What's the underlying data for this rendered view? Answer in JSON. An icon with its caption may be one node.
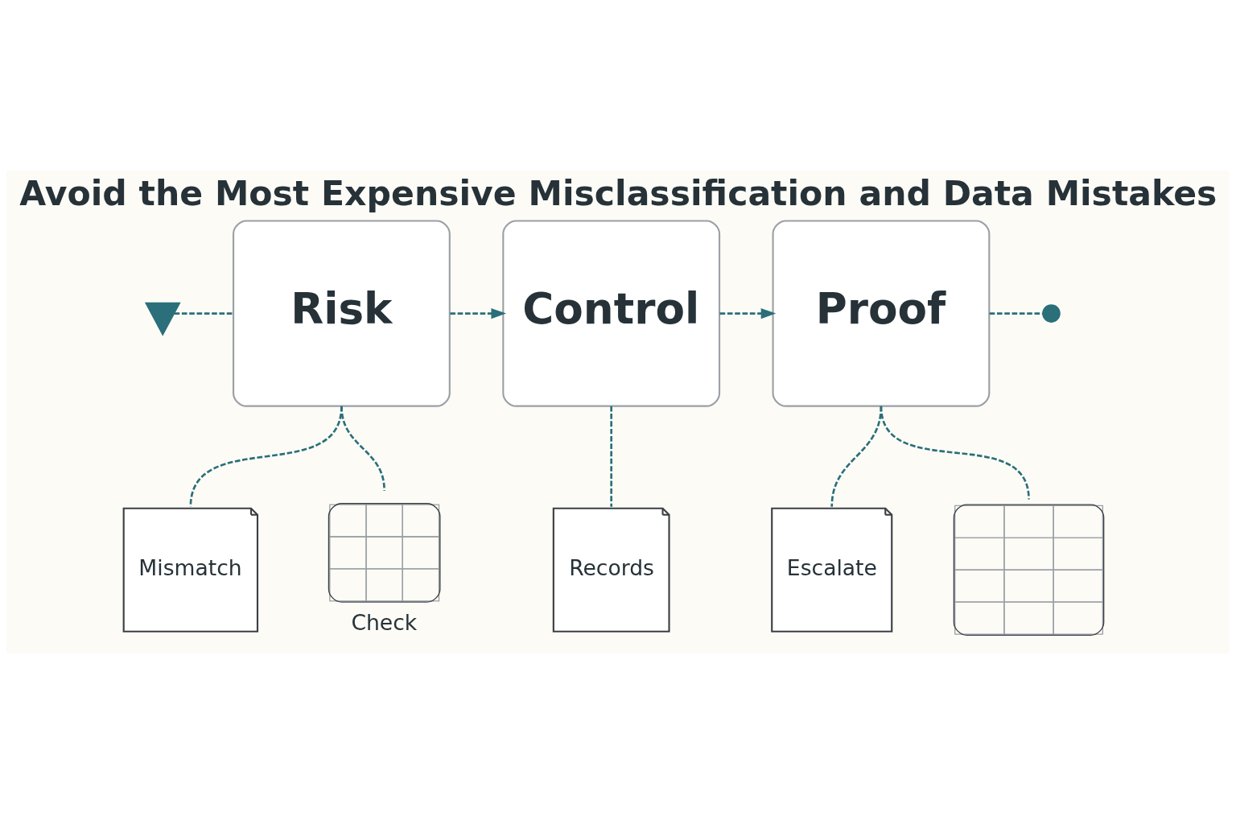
{
  "diagram": {
    "title": "Avoid the Most Expensive Misclassification and Data Mistakes",
    "nodes": [
      {
        "text": [],
        "shape": "pin"
      },
      {
        "text": [
          "Risk"
        ]
      },
      {
        "text": [
          "Control"
        ]
      },
      {
        "text": [
          "Proof"
        ]
      },
      {
        "text": [],
        "shape": "circle"
      },
      {
        "text": [
          "Mismatch"
        ]
      },
      {
        "text": [
          "Check"
        ]
      },
      {
        "text": [
          "Records"
        ]
      },
      {
        "text": [
          "Escalate"
        ]
      },
      {
        "text": [],
        "shape": "picture"
      }
    ],
    "edges": [
      {
        "from": 0,
        "to": 1,
        "arrow": "none",
        "style": "dashed"
      },
      {
        "from": 1,
        "to": 2,
        "arrow": "to",
        "style": "dashed"
      },
      {
        "from": 2,
        "to": 3,
        "arrow": "to",
        "style": "dashed"
      },
      {
        "from": 3,
        "to": 4,
        "arrow": "none",
        "style": "dashed"
      },
      {
        "from": 1,
        "to": 5,
        "arrow": "none",
        "style": "dashed"
      },
      {
        "from": 1,
        "to": 6,
        "arrow": "none",
        "style": "dashed"
      },
      {
        "from": 2,
        "to": 7,
        "arrow": "none",
        "style": "dashed"
      },
      {
        "from": 3,
        "to": 8,
        "arrow": "none",
        "style": "dashed"
      },
      {
        "from": 3,
        "to": 9,
        "arrow": "none",
        "style": "dashed"
      }
    ]
  }
}
